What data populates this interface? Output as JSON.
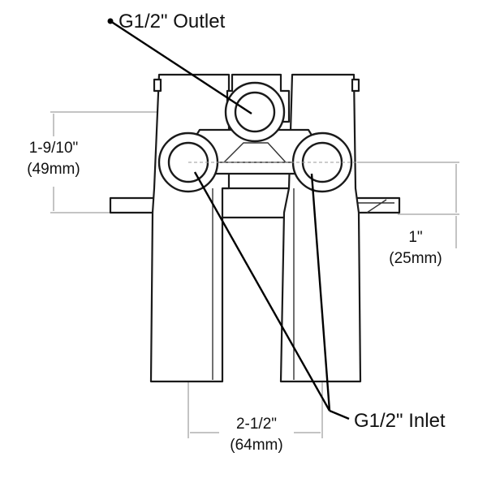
{
  "callouts": {
    "outlet": "G1/2\" Outlet",
    "inlet": "G1/2\" Inlet"
  },
  "dimensions": {
    "height_in": "1-9/10\"",
    "height_mm": "(49mm)",
    "offset_in": "1\"",
    "offset_mm": "(25mm)",
    "spacing_in": "2-1/2\"",
    "spacing_mm": "(64mm)"
  }
}
